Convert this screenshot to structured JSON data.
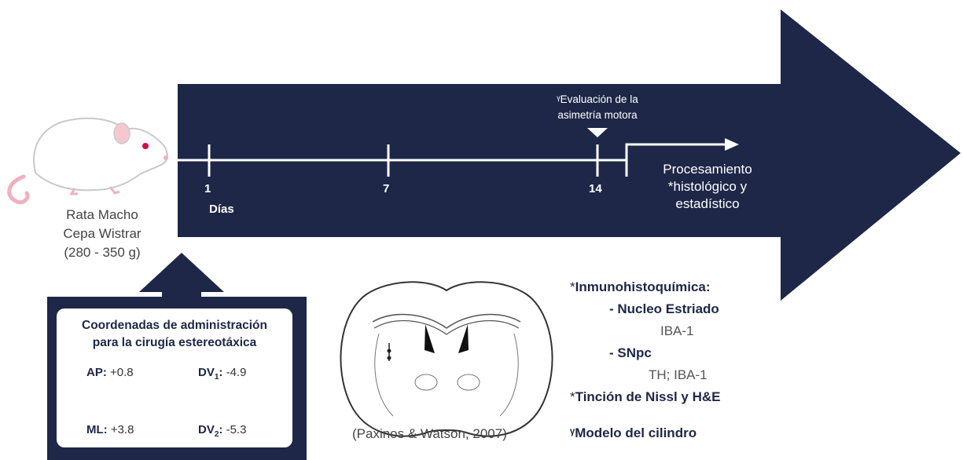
{
  "colors": {
    "navy": "#1e2747",
    "white": "#ffffff",
    "text_gray": "#444444",
    "rat_eye": "#cc1144",
    "rat_pink": "#f2b0bd"
  },
  "rat": {
    "line1": "Rata Macho",
    "line2": "Cepa Wistrar",
    "line3": "(280 - 350 g)"
  },
  "timeline": {
    "days": [
      {
        "label": "1",
        "name": "day-1-label"
      },
      {
        "label": "7",
        "name": "day-7-label"
      },
      {
        "label": "14",
        "name": "day-14-label"
      }
    ],
    "days_caption": "Días",
    "evaluation_note": {
      "line1": "ᵞEvaluación de la",
      "line2": "asimetría motora"
    },
    "processing": {
      "line1": "Procesamiento",
      "line2": "*histológico y",
      "line3": "estadístico"
    }
  },
  "coordinates": {
    "title_line1": "Coordenadas de administración",
    "title_line2": "para la cirugía estereotáxica",
    "ap": {
      "label": "AP:",
      "value": "+0.8"
    },
    "dv1": {
      "label": "DV",
      "sub": "1",
      "colon": ":",
      "value": "-4.9"
    },
    "ml": {
      "label": "ML:",
      "value": "+3.8"
    },
    "dv2": {
      "label": "DV",
      "sub": "2",
      "colon": ":",
      "value": "-5.3"
    }
  },
  "brain": {
    "citation": "(Paxinos & Watson, 2007)"
  },
  "techniques": {
    "immuno_star": "*",
    "immuno_title": "Inmunohistoquímica:",
    "striatum": "- Nucleo Estriado",
    "striatum_marker": "IBA-1",
    "snpc": "- SNpc",
    "snpc_marker": "TH; IBA-1",
    "nissl_star": "*",
    "nissl": "Tinción de Nissl y H&E",
    "cylinder_mark": "ᵞ",
    "cylinder": "Modelo del cilindro"
  }
}
